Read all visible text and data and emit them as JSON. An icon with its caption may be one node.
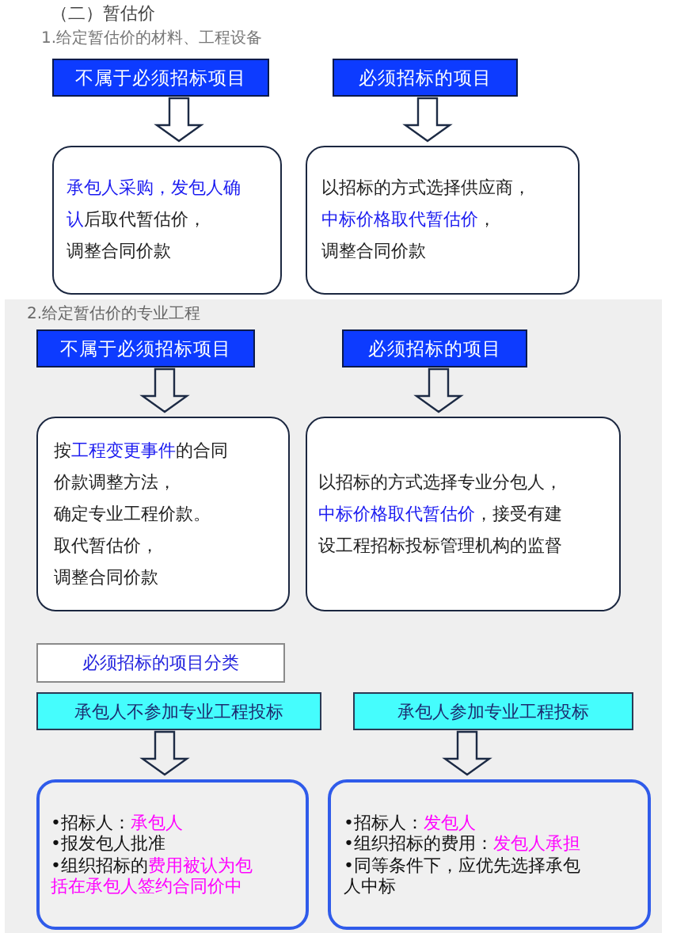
{
  "diagram": {
    "title": "（二）暂估价",
    "nodes": [
      {
        "text": [
          "不属于必须招标项目"
        ]
      },
      {
        "text": [
          "必须招标的项目"
        ]
      },
      {
        "text": [
          "**承包人采购，发包人确认**后取代暂估价，",
          "调整合同价款"
        ]
      },
      {
        "text": [
          "以招标的方式选择供应商，",
          "**中标价格取代暂估价**，",
          "调整合同价款"
        ]
      },
      {
        "text": [
          "2.给定暂估价的专业工程"
        ]
      },
      {
        "text": [
          "不属于必须招标项目"
        ],
        "in": 4
      },
      {
        "text": [
          "必须招标的项目"
        ],
        "in": 4
      },
      {
        "text": [
          "按**工程变更事件**的合同价款调整方法，",
          "确定专业工程价款。",
          "取代暂估价，",
          "调整合同价款"
        ],
        "in": 4
      },
      {
        "text": [
          "以招标的方式选择专业分包人，",
          "**中标价格取代暂估价**，接受有建设工程招标投标管理机构的监督"
        ],
        "in": 4
      },
      {
        "text": [
          "必须招标的项目分类"
        ],
        "in": 4
      },
      {
        "text": [
          "承包人不参加专业工程投标"
        ],
        "in": 4
      },
      {
        "text": [
          "承包人参加专业工程投标"
        ],
        "in": 4
      },
      {
        "text": [
          "•招标人：**承包人**",
          "•报发包人批准",
          "•组织招标的**费用被认为包括在承包人签约合同价中**"
        ],
        "in": 4
      },
      {
        "text": [
          "•招标人：**发包人**",
          "•组织招标的费用：**发包人承担**",
          "•同等条件下，应优先选择承包人中标"
        ],
        "in": 4
      }
    ],
    "edges": [
      {
        "from": 0,
        "to": 2,
        "arrow": "to"
      },
      {
        "from": 1,
        "to": 3,
        "arrow": "to"
      },
      {
        "from": 5,
        "to": 7,
        "arrow": "to"
      },
      {
        "from": 6,
        "to": 8,
        "arrow": "to"
      },
      {
        "from": 10,
        "to": 12,
        "arrow": "to"
      },
      {
        "from": 11,
        "to": 13,
        "arrow": "to"
      }
    ],
    "labels": [
      "1.给定暂估价的材料、工程设备"
    ]
  }
}
